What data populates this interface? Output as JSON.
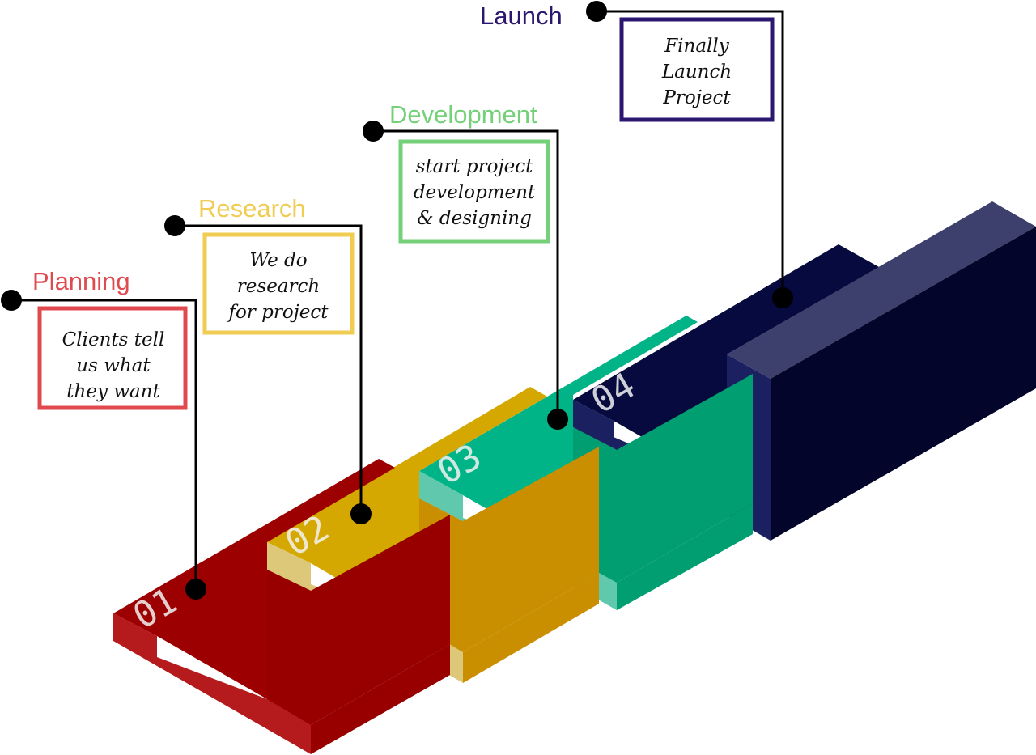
{
  "steps": [
    {
      "number": "01",
      "title": "Planning",
      "lines": [
        "Clients tell",
        "us what",
        "they want"
      ],
      "color": "#e04a4f"
    },
    {
      "number": "02",
      "title": "Research",
      "lines": [
        "We do",
        "research",
        "for project"
      ],
      "color": "#f0cc52"
    },
    {
      "number": "03",
      "title": "Development",
      "lines": [
        "start project",
        "development",
        "& designing"
      ],
      "color": "#74d079"
    },
    {
      "number": "04",
      "title": "Launch",
      "lines": [
        "Finally",
        "Launch",
        "Project"
      ],
      "color": "#2b1670"
    }
  ],
  "block_colors": [
    {
      "top": "#9c0000",
      "front": "#b51a1c",
      "side": "#980000",
      "notch": "#7a0000"
    },
    {
      "top": "#d4a800",
      "front": "#ddc879",
      "side": "#c98f00",
      "notch": "#b98f00"
    },
    {
      "top": "#00b487",
      "front": "#60c8ac",
      "side": "#009e70",
      "notch": "#00956a"
    },
    {
      "top": "#060a3e",
      "front": "#1b2160",
      "side": "#03052a",
      "notch": "#3d3f6c"
    }
  ]
}
